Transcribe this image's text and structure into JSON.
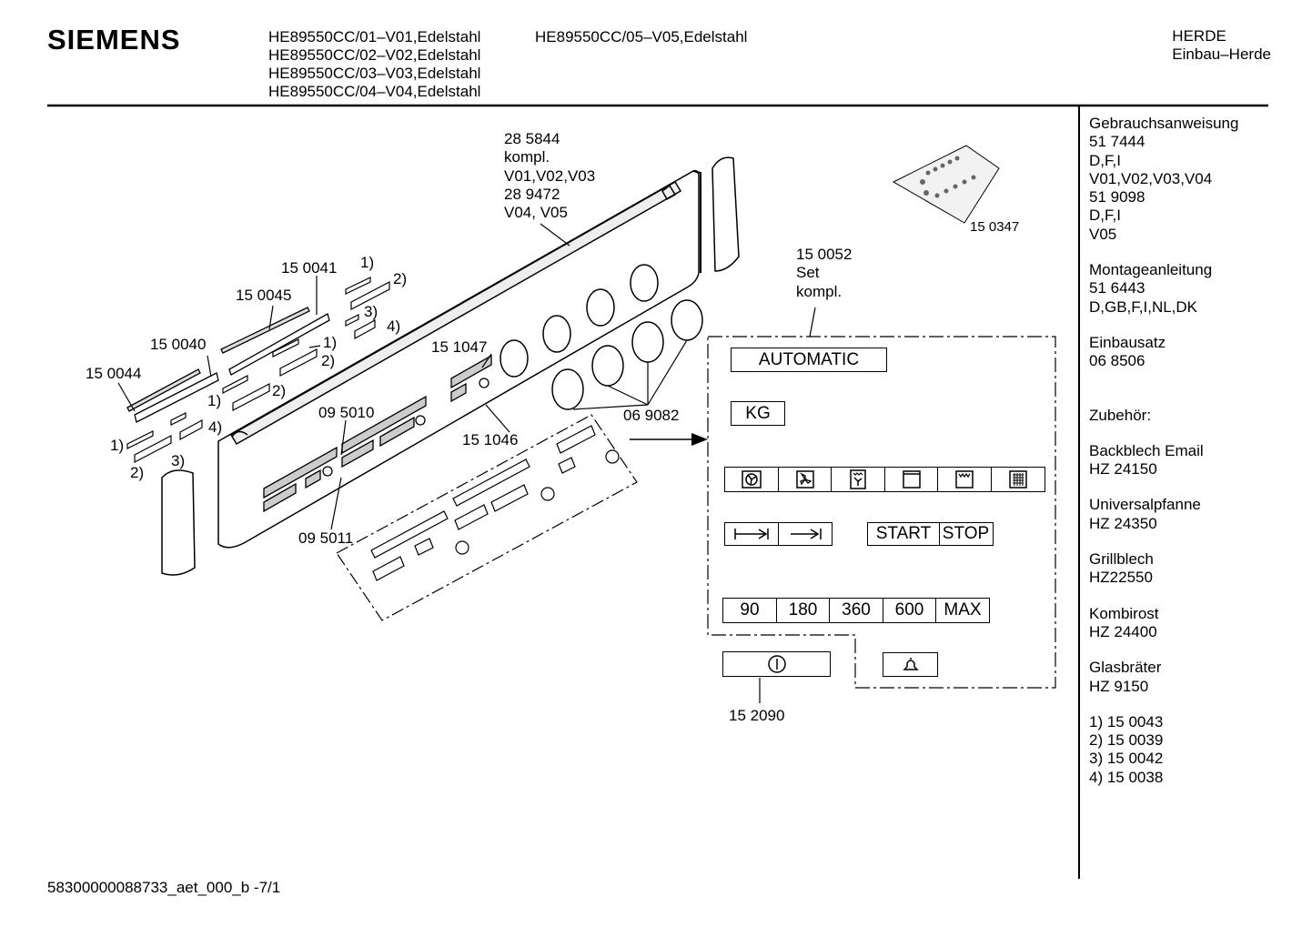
{
  "header": {
    "brand": "SIEMENS",
    "models_col1": [
      "HE89550CC/01–V01,Edelstahl",
      "HE89550CC/02–V02,Edelstahl",
      "HE89550CC/03–V03,Edelstahl",
      "HE89550CC/04–V04,Edelstahl"
    ],
    "models_col2": [
      "HE89550CC/05–V05,Edelstahl"
    ],
    "category": [
      "HERDE",
      "Einbau–Herde"
    ]
  },
  "sidebar": {
    "blocks": [
      [
        "Gebrauchsanweisung",
        "51 7444",
        "D,F,I",
        "V01,V02,V03,V04",
        "51 9098",
        "D,F,I",
        "V05"
      ],
      [
        "Montageanleitung",
        "51 6443",
        "D,GB,F,I,NL,DK"
      ],
      [
        "Einbausatz",
        "06 8506"
      ],
      [
        "Zubehör:"
      ],
      [
        "Backblech Email",
        "HZ 24150"
      ],
      [
        "Universalpfanne",
        "HZ 24350"
      ],
      [
        "Grillblech",
        "HZ22550"
      ],
      [
        "Kombirost",
        "HZ 24400"
      ],
      [
        "Glasbräter",
        "HZ 9150"
      ],
      [
        "1)  15 0043",
        "2)  15 0039",
        "3)  15 0042",
        "4)  15 0038"
      ]
    ]
  },
  "labels": {
    "panel_main": [
      "28 5844",
      "kompl.",
      "V01,V02,V03",
      "28 9472",
      "V04, V05"
    ],
    "screws": "15 0347",
    "set": [
      "15 0052",
      "Set",
      "kompl."
    ],
    "p150041": "15 0041",
    "p150045": "15 0045",
    "p150040": "15 0040",
    "p150044": "15 0044",
    "p151047": "15 1047",
    "p151046": "15 1046",
    "p095010": "09 5010",
    "p095011": "09 5011",
    "p069082": "06 9082",
    "p152090": "15 2090",
    "n1": "1)",
    "n2": "2)",
    "n3": "3)",
    "n4": "4)"
  },
  "set_panel": {
    "automatic": "AUTOMATIC",
    "kg": "KG",
    "mode_icons": [
      "fan-grill-icon",
      "fan-icon",
      "grill-fan-icon",
      "oven-icon",
      "top-heat-icon",
      "bottom-heat-icon"
    ],
    "arrows": [
      "duration-arrow-icon",
      "end-arrow-icon"
    ],
    "start": "START",
    "stop": "STOP",
    "watts": [
      "90",
      "180",
      "360",
      "600",
      "MAX"
    ],
    "power_icon": "power-icon",
    "bell_icon": "bell-icon"
  },
  "footer": "58300000088733_aet_000_b -7/1"
}
